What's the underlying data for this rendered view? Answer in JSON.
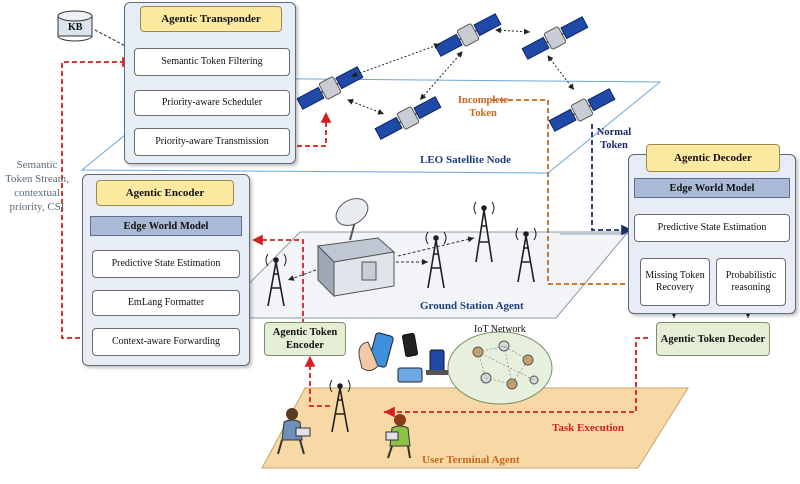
{
  "kb_label": "KB",
  "transponder": {
    "title": "Agentic Transponder",
    "steps": [
      "Semantic Token Filtering",
      "Priority-aware Scheduler",
      "Priority-aware Transmission"
    ]
  },
  "encoder": {
    "title": "Agentic Encoder",
    "world_model": "Edge World Model",
    "steps": [
      "Predictive State Estimation",
      "EmLang Formatter",
      "Context-aware Forwarding"
    ]
  },
  "decoder": {
    "title": "Agentic Decoder",
    "world_model": "Edge World Model",
    "estimation": "Predictive State Estimation",
    "missing": "Missing Token Recovery",
    "reasoning": "Probabilistic reasoning"
  },
  "token_encoder": "Agentic Token Encoder",
  "token_decoder": "Agentic Token Decoder",
  "labels": {
    "semantic_stream": "Semantic Token Stream, contextual priority, CSI",
    "incomplete_token": "Incomplete Token",
    "normal_token": "Normal Token",
    "leo_node": "LEO Satellite Node",
    "ground_station": "Ground Station Agent",
    "iot_network": "IoT Network",
    "user_terminal": "User Terminal Agent",
    "task_execution": "Task Execution"
  },
  "colors": {
    "red_link": "#d42020",
    "orange_link": "#c8661c",
    "navy_link": "#1b2a6b",
    "leo_text": "#1c3e7a",
    "panel_bg": "#e6edf5",
    "header_yellow": "#fde9a0",
    "world_model_blue": "#aab9d6",
    "token_green": "#e4efd6",
    "ground_plane": "#f7d9a6"
  }
}
